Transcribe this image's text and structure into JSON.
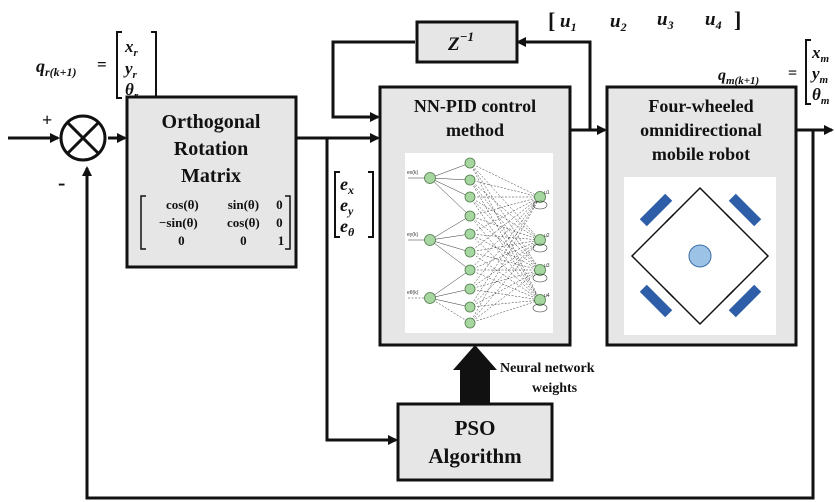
{
  "blocks": {
    "orthogonal": {
      "line1": "Orthogonal",
      "line2": "Rotation",
      "line3": "Matrix"
    },
    "nnpid": {
      "line1": "NN-PID control",
      "line2": "method"
    },
    "robot": {
      "line1": "Four-wheeled",
      "line2": "omnidirectional",
      "line3": "mobile robot"
    },
    "pso": {
      "line1": "PSO",
      "line2": "Algorithm"
    },
    "delay": {
      "base": "Z",
      "exp": "−1"
    }
  },
  "rotation_matrix": [
    [
      "cos(θ)",
      "sin(θ)",
      "0"
    ],
    [
      "−sin(θ)",
      "cos(θ)",
      "0"
    ],
    [
      "0",
      "0",
      "1"
    ]
  ],
  "reference": {
    "label_base": "q",
    "label_sub": "r(k+1)",
    "eq": "=",
    "entries": [
      [
        "x",
        "r"
      ],
      [
        "y",
        "r"
      ],
      [
        "θ",
        "r"
      ]
    ]
  },
  "measured": {
    "label_base": "q",
    "label_sub": "m(k+1)",
    "eq": "=",
    "entries": [
      [
        "x",
        "m"
      ],
      [
        "y",
        "m"
      ],
      [
        "θ",
        "m"
      ]
    ]
  },
  "error_vector": [
    [
      "e",
      "x"
    ],
    [
      "e",
      "y"
    ],
    [
      "e",
      "θ"
    ]
  ],
  "control_vector": {
    "open": "[",
    "close": "]",
    "entries": [
      [
        "u",
        "1"
      ],
      [
        "u",
        "2"
      ],
      [
        "u",
        "3"
      ],
      [
        "u",
        "4"
      ]
    ]
  },
  "summing_junction": {
    "plus": "+",
    "minus": "-"
  },
  "weights_label": {
    "line1": "Neural network",
    "line2": "weights"
  },
  "nn_figure": {
    "input_labels": [
      "ex(k)",
      "ey(k)",
      "eθ(k)"
    ],
    "output_labels": [
      "u1",
      "u2",
      "u3",
      "u4"
    ]
  },
  "colors": {
    "block_fill": "#e6e6e6",
    "neuron": "#a7d7a0",
    "wheel": "#2f5ea8",
    "robot_center": "#9cc3e6"
  }
}
